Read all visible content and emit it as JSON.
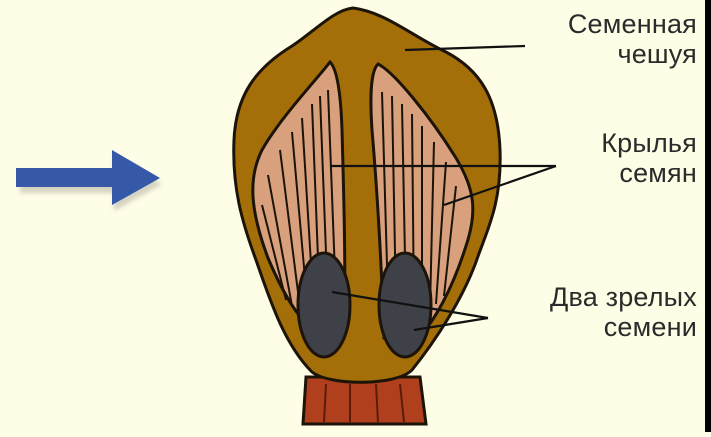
{
  "labels": {
    "seed_scale": [
      "Семенная",
      "чешуя"
    ],
    "seed_wings": [
      "Крылья",
      "семян"
    ],
    "two_seeds": [
      "Два зрелых",
      "семени"
    ]
  },
  "colors": {
    "background": "#fefde6",
    "scale_fill": "#a46f08",
    "wing_fill": "#d8a07c",
    "seed_fill": "#3f4149",
    "stalk_fill": "#b0401d",
    "outline": "#1c1408",
    "arrow": "#3558a8"
  },
  "icons": {
    "pointer": "right-arrow-icon"
  }
}
